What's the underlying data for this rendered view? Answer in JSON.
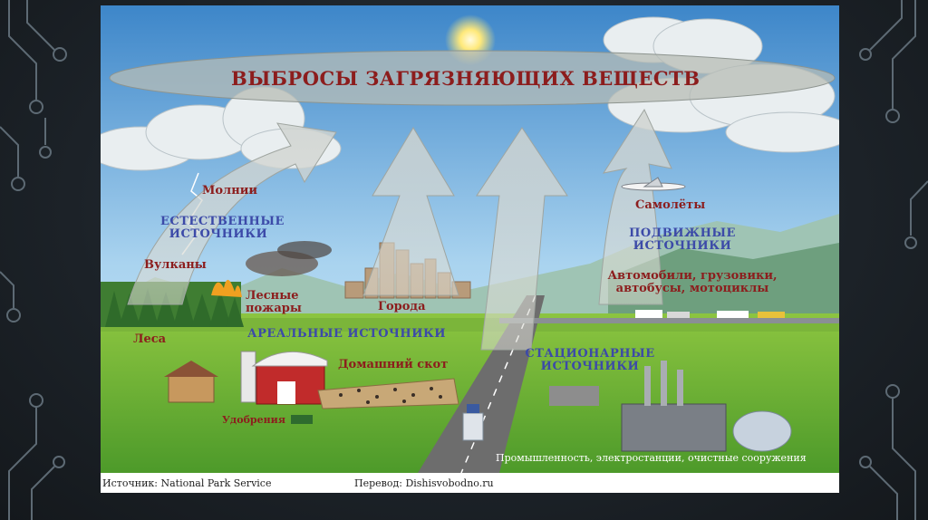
{
  "title": "ВЫБРОСЫ ЗАГРЯЗНЯЮЩИХ ВЕЩЕСТВ",
  "categories": {
    "natural": "ЕСТЕСТВЕННЫЕ ИСТОЧНИКИ",
    "mobile": "ПОДВИЖНЫЕ ИСТОЧНИКИ",
    "area": "АРЕАЛЬНЫЕ ИСТОЧНИКИ",
    "stationary": "СТАЦИОНАРНЫЕ ИСТОЧНИКИ"
  },
  "labels": {
    "lightning": "Молнии",
    "volcanoes": "Вулканы",
    "forest_fires": "Лесные пожары",
    "forests": "Леса",
    "cities": "Города",
    "airplanes": "Самолёты",
    "vehicles": "Автомобили, грузовики, автобусы, мотоциклы",
    "livestock": "Домашний скот",
    "fertilizers": "Удобрения",
    "industry": "Промышленность, электростанции, очистные сооружения"
  },
  "footer": {
    "source": "Источник: National Park Service",
    "translation": "Перевод: Dishisvobodno.ru"
  }
}
